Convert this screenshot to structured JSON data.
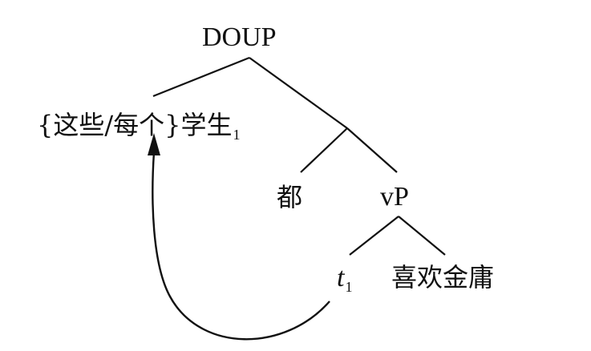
{
  "nodes": {
    "root": {
      "label": "DOUP"
    },
    "subject": {
      "label": "{这些/每个}学生",
      "index": "1"
    },
    "dou": {
      "label": "都"
    },
    "vp": {
      "label": "vP"
    },
    "trace": {
      "label": "t",
      "index": "1"
    },
    "predicate": {
      "label": "喜欢金庸"
    }
  },
  "colors": {
    "ink": "#111111",
    "background": "#ffffff"
  }
}
